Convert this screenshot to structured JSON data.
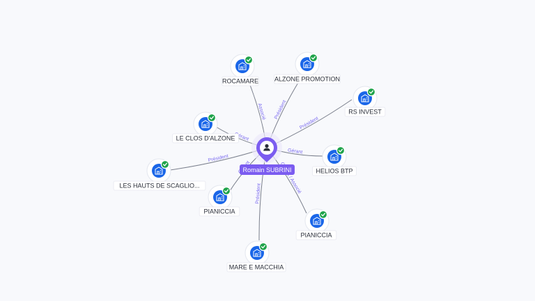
{
  "center": {
    "name": "Romain SUBRINI",
    "icon": "person-icon"
  },
  "nodes": [
    {
      "id": "rocamare",
      "label": "ROCAMARE",
      "relation": "Associé",
      "verified": true,
      "icon": "company-building-icon"
    },
    {
      "id": "alzone-promotion",
      "label": "ALZONE PROMOTION",
      "relation": "Président",
      "verified": true,
      "icon": "company-building-icon"
    },
    {
      "id": "rs-invest",
      "label": "RS INVEST",
      "relation": "Président",
      "verified": true,
      "icon": "company-building-icon"
    },
    {
      "id": "le-clos-d-alzone",
      "label": "LE CLOS D'ALZONE",
      "relation": "Gérant",
      "verified": true,
      "icon": "company-building-icon"
    },
    {
      "id": "helios-btp",
      "label": "HELIOS BTP",
      "relation": "Gérant",
      "verified": true,
      "icon": "company-building-icon"
    },
    {
      "id": "les-hauts-de-scaglio",
      "label": "LES HAUTS DE SCAGLIO...",
      "relation": "Président",
      "verified": true,
      "icon": "company-building-icon"
    },
    {
      "id": "pianiccia-left",
      "label": "PIANICCIA",
      "relation": "Gérant",
      "verified": true,
      "icon": "company-building-icon"
    },
    {
      "id": "pianiccia-right",
      "label": "PIANICCIA",
      "relation": "Gérant / Associé",
      "verified": true,
      "icon": "company-building-icon"
    },
    {
      "id": "mare-e-macchia",
      "label": "MARE E MACCHIA",
      "relation": "Président",
      "verified": true,
      "icon": "company-building-icon"
    }
  ]
}
